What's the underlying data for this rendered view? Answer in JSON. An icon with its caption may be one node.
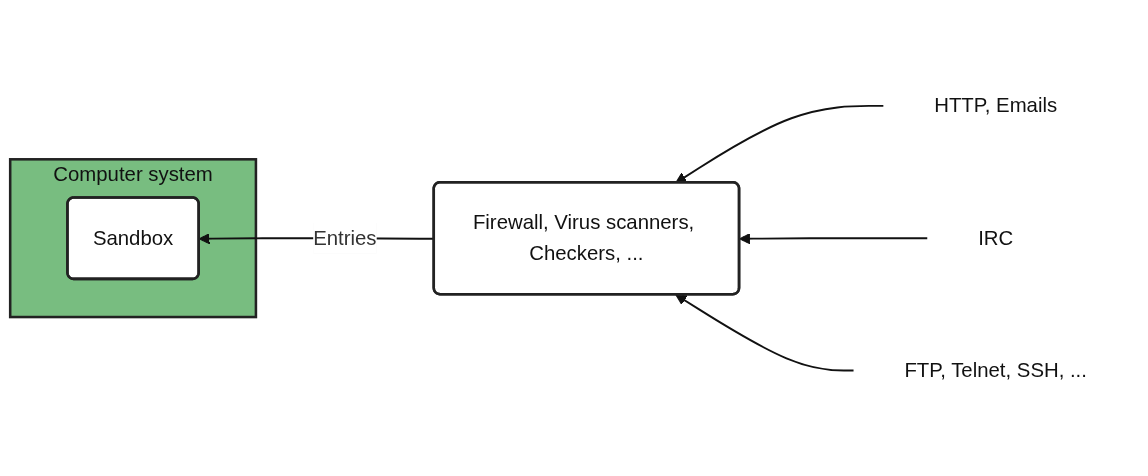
{
  "diagram": {
    "nodes": [
      {
        "text": [
          "Computer system"
        ]
      },
      {
        "text": [
          "Sandbox"
        ],
        "in": 0
      },
      {
        "text": [
          "Firewall, Virus scanners, Checkers, ..."
        ]
      },
      {
        "text": [
          "HTTP, Emails"
        ]
      },
      {
        "text": [
          "IRC"
        ]
      },
      {
        "text": [
          "FTP, Telnet, SSH, ..."
        ]
      }
    ],
    "edges": [
      {
        "from": 2,
        "to": 1,
        "arrow": "to",
        "label": "Entries"
      },
      {
        "from": 3,
        "to": 2,
        "arrow": "to"
      },
      {
        "from": 4,
        "to": 2,
        "arrow": "to"
      },
      {
        "from": 5,
        "to": 2,
        "arrow": "to"
      }
    ]
  }
}
